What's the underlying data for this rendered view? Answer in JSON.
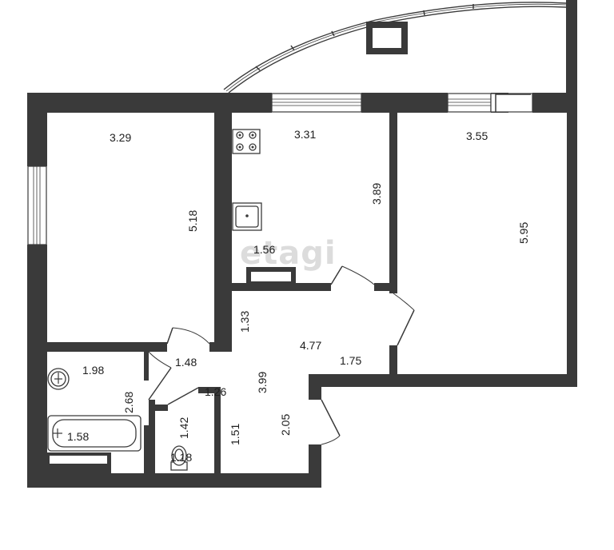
{
  "watermark": "etagi",
  "dimensions": {
    "room_left_width": "3.29",
    "room_left_length": "5.18",
    "kitchen_width": "3.31",
    "kitchen_length": "3.89",
    "kitchen_nook": "1.56",
    "room_right_width": "3.55",
    "room_right_length": "5.95",
    "hall_upper_depth": "1.33",
    "hall_width": "4.77",
    "hall_right_segment": "1.75",
    "bathroom_width": "1.98",
    "bathroom_length": "2.68",
    "bath_tub": "1.58",
    "bathroom_door_wall": "1.48",
    "wc_width": "1.26",
    "wc_length": "1.42",
    "wc_bottom": "1.18",
    "hall_length": "3.99",
    "corridor_left": "1.51",
    "corridor_right": "2.05"
  },
  "colors": {
    "wall": "#3a3a3a",
    "background": "#ffffff",
    "watermark": "#dcdcdc"
  }
}
